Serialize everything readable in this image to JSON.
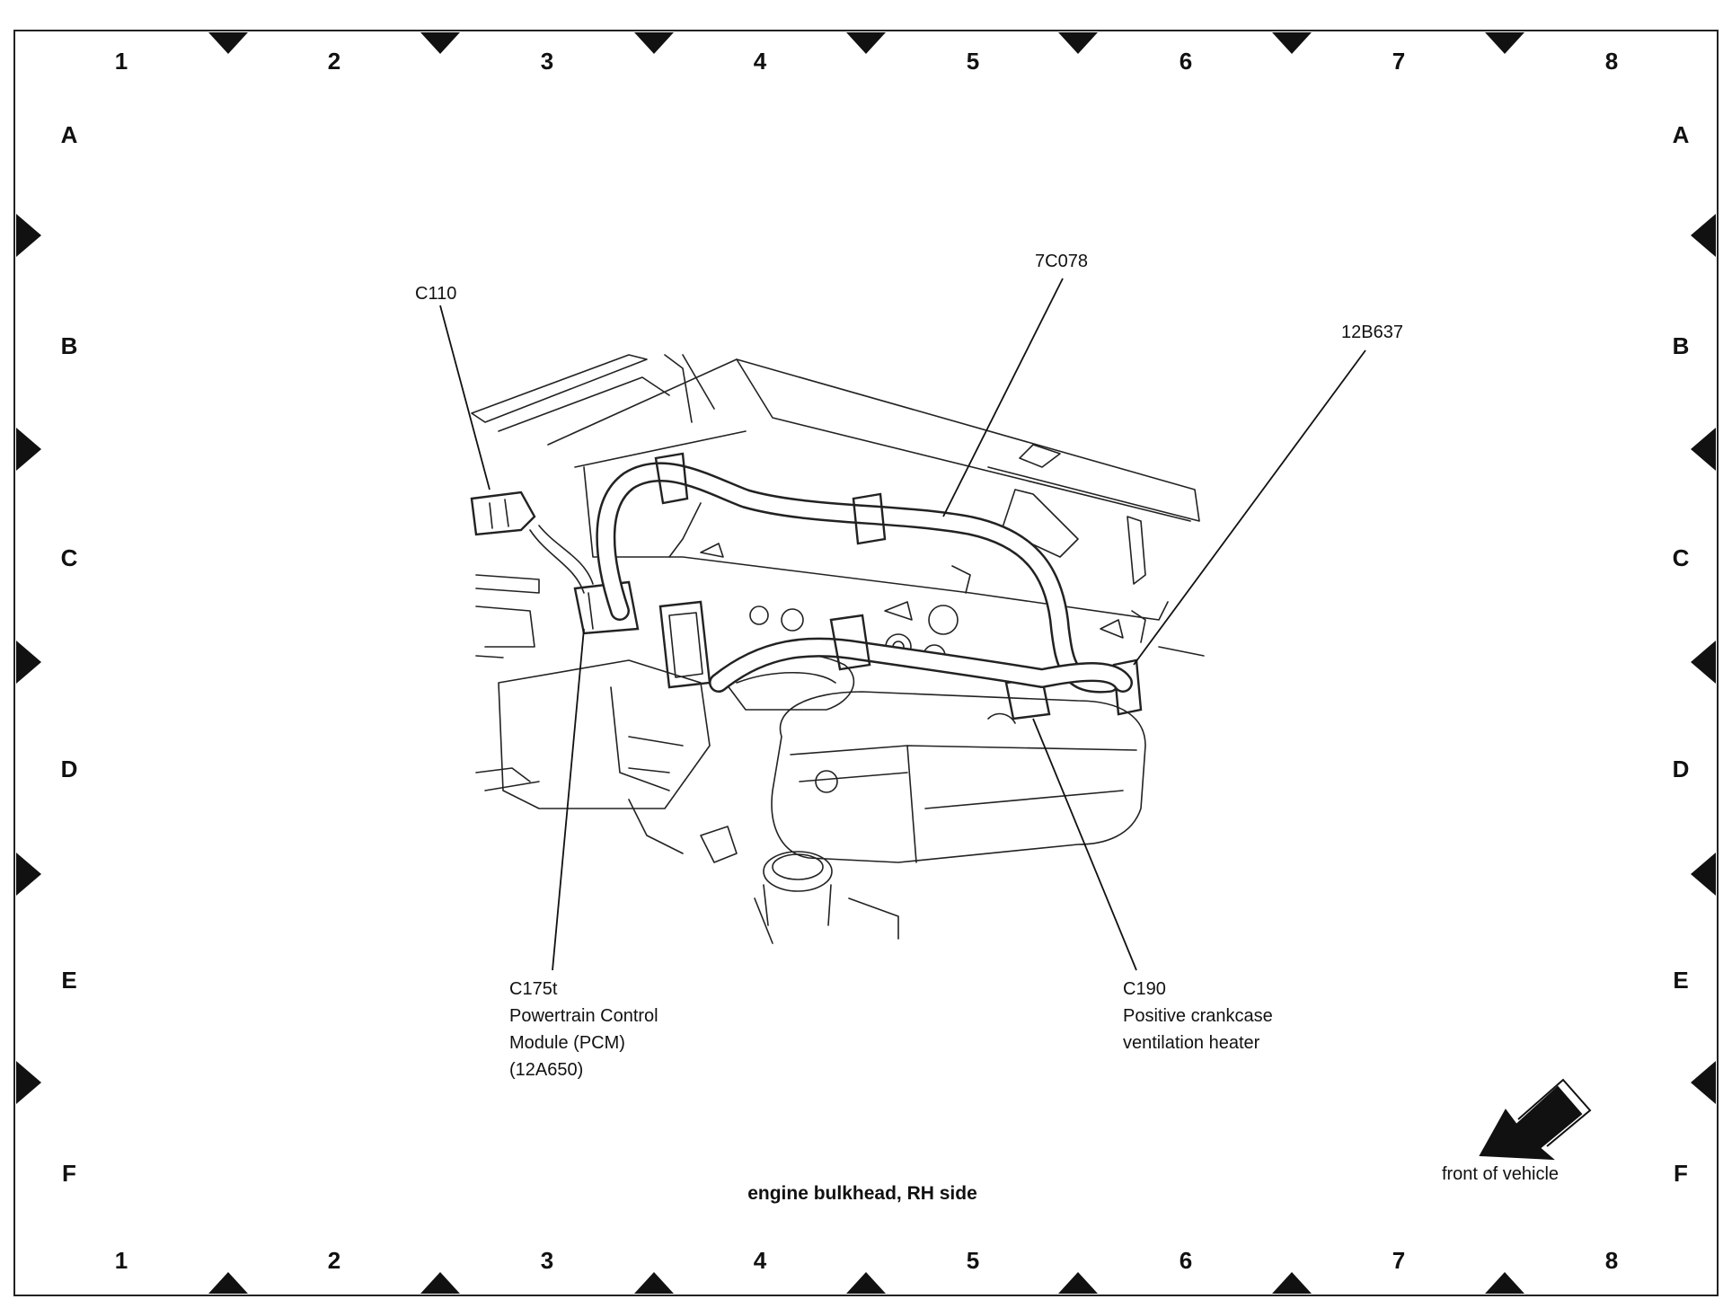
{
  "grid": {
    "columns": [
      "1",
      "2",
      "3",
      "4",
      "5",
      "6",
      "7",
      "8"
    ],
    "rows": [
      "A",
      "B",
      "C",
      "D",
      "E",
      "F"
    ]
  },
  "callouts": {
    "c110": {
      "lines": [
        "C110"
      ]
    },
    "c7c078": {
      "lines": [
        "7C078"
      ]
    },
    "c12b637": {
      "lines": [
        "12B637"
      ]
    },
    "c175t": {
      "lines": [
        "C175t",
        "Powertrain Control",
        "Module (PCM)",
        "(12A650)"
      ]
    },
    "c190": {
      "lines": [
        "C190",
        "Positive crankcase",
        "ventilation heater"
      ]
    }
  },
  "caption": "engine bulkhead, RH side",
  "front_indicator": {
    "label": "front of vehicle",
    "icon": "front-arrow-icon"
  }
}
